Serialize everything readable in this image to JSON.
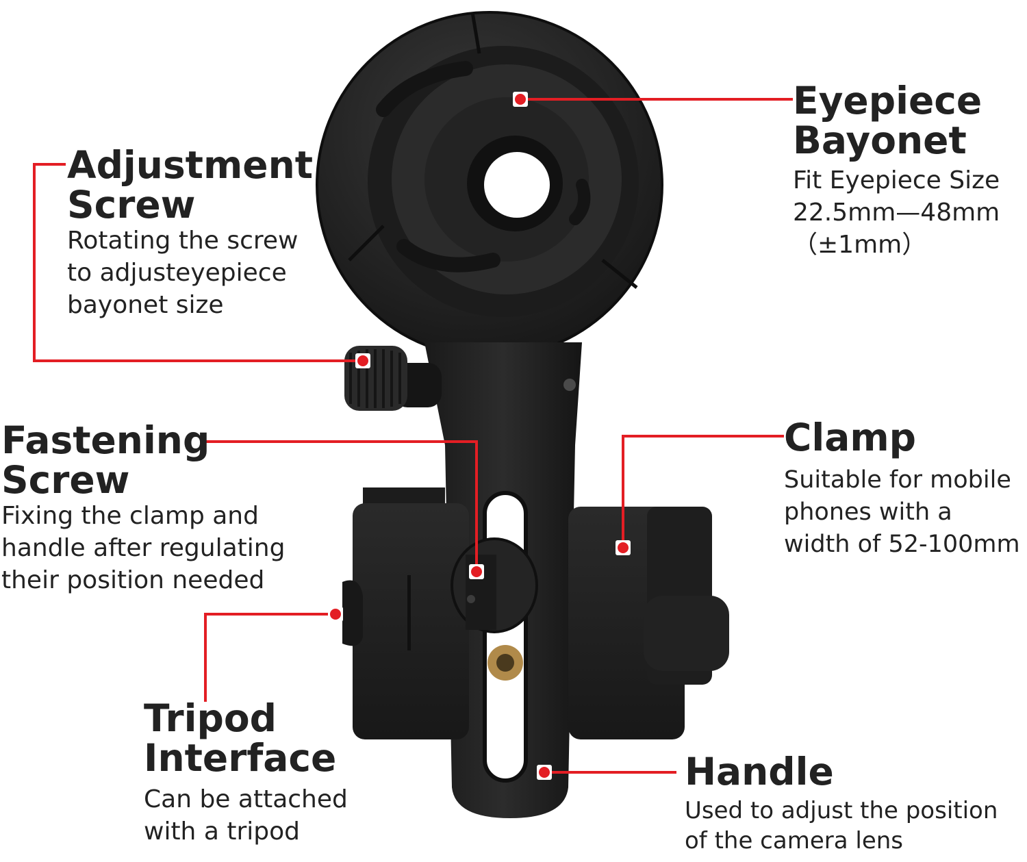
{
  "colors": {
    "accent_red": "#e31e24",
    "text": "#222222",
    "device_dark": "#1b1b1b",
    "device_mid": "#2e2e2e",
    "brass": "#b08a4a"
  },
  "product": {
    "image_description_icon": "phone-adapter-mount-icon"
  },
  "callouts": {
    "eyepiece_bayonet": {
      "title_lines": [
        "Eyepiece",
        "Bayonet"
      ],
      "desc_lines": [
        "Fit Eyepiece Size",
        "22.5mm—48mm",
        "（±1mm）"
      ]
    },
    "adjustment_screw": {
      "title_lines": [
        "Adjustment",
        "Screw"
      ],
      "desc_lines": [
        "Rotating the screw",
        "to adjusteyepiece",
        "bayonet size"
      ]
    },
    "fastening_screw": {
      "title_lines": [
        "Fastening",
        "Screw"
      ],
      "desc_lines": [
        "Fixing the clamp and",
        "handle after regulating",
        "their position needed"
      ]
    },
    "clamp": {
      "title_lines": [
        "Clamp"
      ],
      "desc_lines": [
        "Suitable for mobile",
        "phones with a",
        "width of 52-100mm"
      ]
    },
    "tripod_interface": {
      "title_lines": [
        "Tripod",
        "Interface"
      ],
      "desc_lines": [
        "Can be attached",
        "with a tripod"
      ]
    },
    "handle": {
      "title_lines": [
        "Handle"
      ],
      "desc_lines": [
        "Used to adjust the position",
        "of the camera lens"
      ]
    }
  }
}
